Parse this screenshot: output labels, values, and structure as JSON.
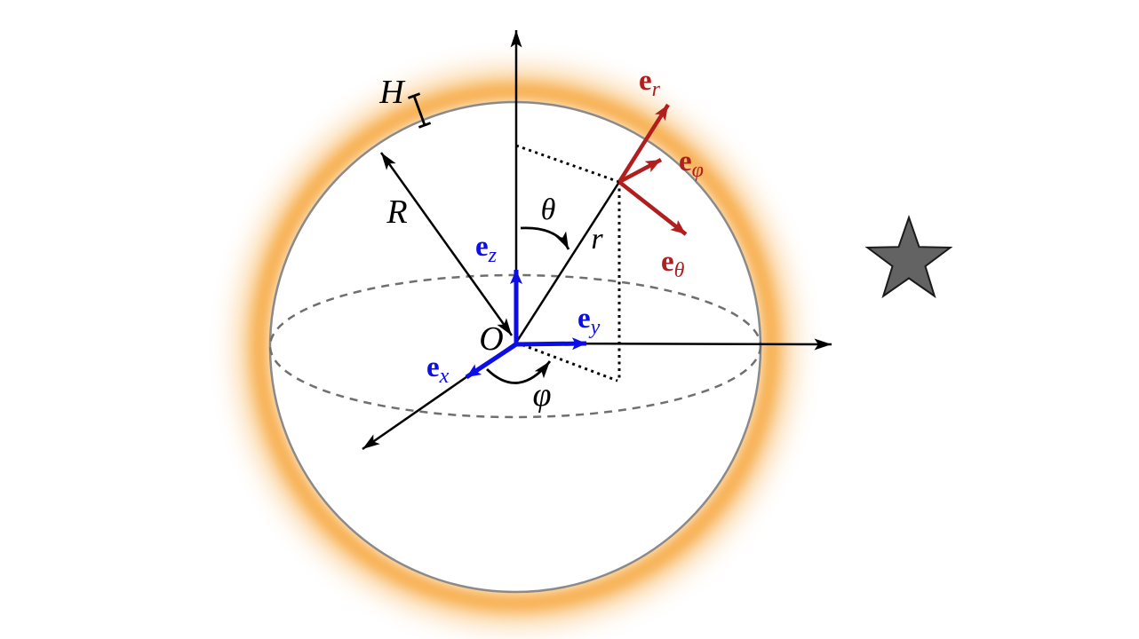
{
  "labels": {
    "atmosphere_thickness": "H",
    "sphere_radius": "R",
    "polar_angle": "θ",
    "radial_coordinate": "r",
    "origin": "O",
    "azimuth_angle": "φ"
  },
  "basis_vectors": {
    "cartesian": {
      "e_x": {
        "base": "e",
        "sub": "x"
      },
      "e_y": {
        "base": "e",
        "sub": "y"
      },
      "e_z": {
        "base": "e",
        "sub": "z"
      }
    },
    "spherical": {
      "e_r": {
        "base": "e",
        "sub": "r"
      },
      "e_phi": {
        "base": "e",
        "sub": "φ"
      },
      "e_theta": {
        "base": "e",
        "sub": "θ"
      }
    }
  },
  "icons": {
    "star": "★"
  },
  "colors": {
    "cartesian_basis": "#0d0de8",
    "spherical_basis": "#b01e1e",
    "atmosphere_glow": "#f6a63a",
    "sphere_outline": "#8a8a8a",
    "equator_dash": "#6f6f6f",
    "diagram_lines": "#000000",
    "star_fill": "#636363",
    "background": "#ffffff"
  }
}
